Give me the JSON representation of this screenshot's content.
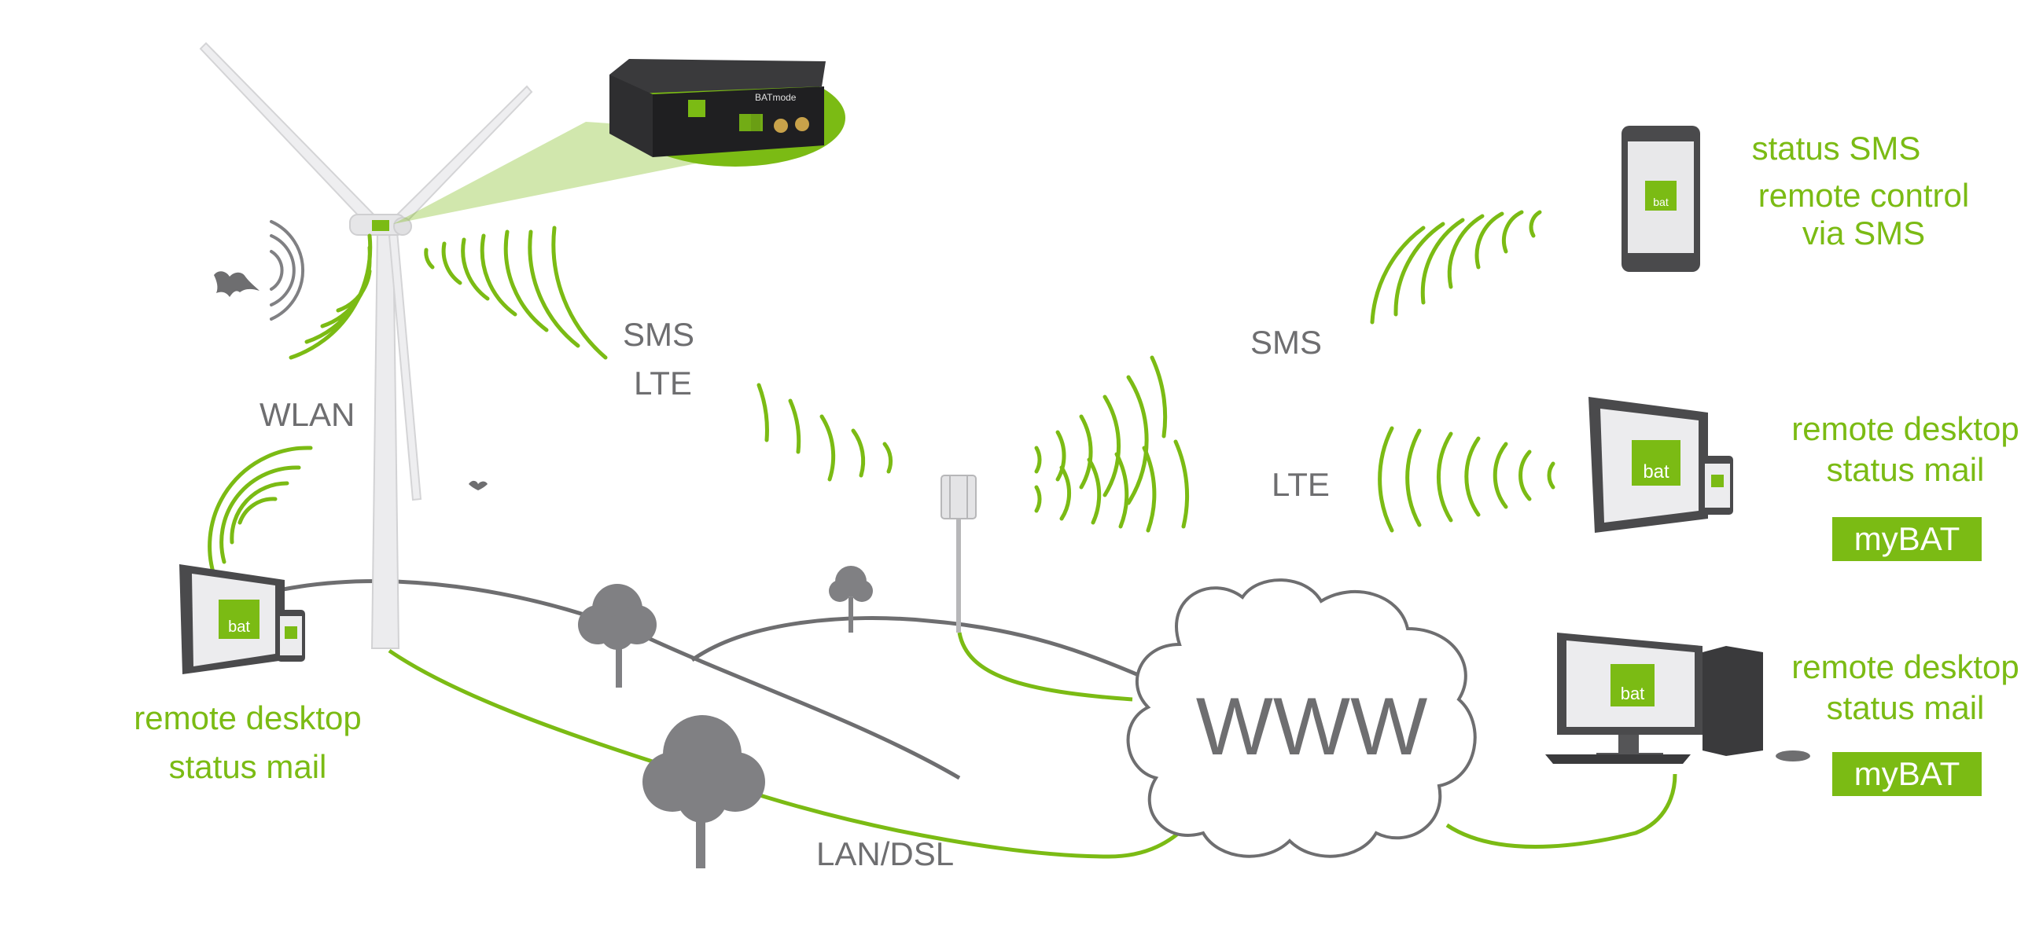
{
  "links": {
    "wlan": "WLAN",
    "sms_lte_a": "SMS",
    "sms_lte_b": "LTE",
    "sms": "SMS",
    "lte": "LTE",
    "lan_dsl": "LAN/DSL"
  },
  "cloud_label": "WWW",
  "device_label": "BATmode",
  "app_icon_text": "bat",
  "endpoints": {
    "phone": {
      "line1": "status SMS",
      "line2": "remote control",
      "line3": "via SMS"
    },
    "tablet_right": {
      "line1": "remote desktop",
      "line2": "status mail",
      "button": "myBAT"
    },
    "desktop": {
      "line1": "remote desktop",
      "line2": "status mail",
      "button": "myBAT"
    },
    "tablet_left": {
      "line1": "remote desktop",
      "line2": "status mail"
    }
  },
  "colors": {
    "accent": "#7bbb14",
    "gray": "#6e6e70",
    "dark": "#4a4a4c"
  }
}
